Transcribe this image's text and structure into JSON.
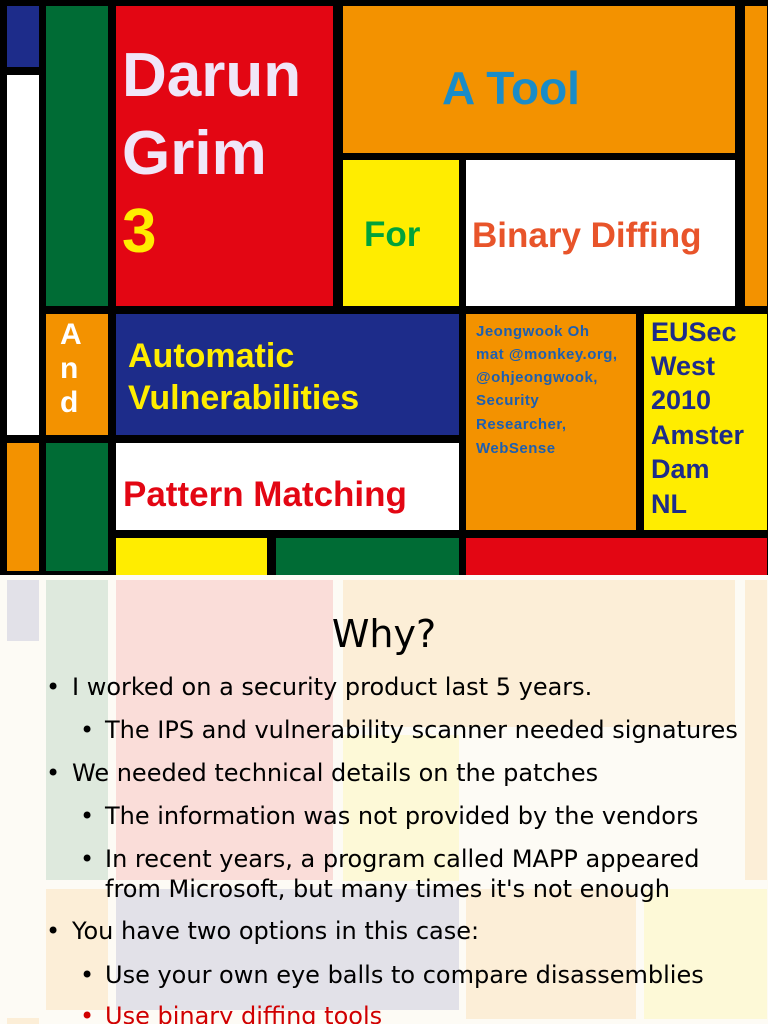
{
  "slide1": {
    "title_line1": "Darun",
    "title_line2": "Grim",
    "title_number": "3",
    "a_tool": "A Tool",
    "for": "For",
    "binary_diffing": "Binary Diffing",
    "and_letters": [
      "A",
      "n",
      "d"
    ],
    "automatic_line1": "Automatic",
    "automatic_line2": "Vulnerabilities",
    "pattern_matching": "Pattern Matching",
    "author_lines": [
      "Jeongwook Oh",
      "mat @monkey.org,",
      "@ohjeongwook,",
      "Security",
      "Researcher,",
      "WebSense"
    ],
    "event_lines": [
      "EUSec",
      "West",
      "2010",
      "Amster",
      "Dam",
      "NL"
    ],
    "colors": {
      "red": "#e30613",
      "orange": "#f39200",
      "yellow": "#ffed00",
      "green": "#006c35",
      "blue": "#1d2c8a",
      "lightblue": "#1a8cc8"
    }
  },
  "slide2": {
    "title": "Why?",
    "bullets": [
      {
        "level": 1,
        "text": "I worked on a security product last 5 years."
      },
      {
        "level": 2,
        "text": "The IPS and vulnerability scanner needed signatures"
      },
      {
        "level": 1,
        "text": "We needed technical details on the patches"
      },
      {
        "level": 2,
        "text": "The information was not provided by the vendors"
      },
      {
        "level": 2,
        "text": "In recent years, a program called MAPP appeared"
      },
      {
        "level": 2,
        "text": "from Microsoft, but many times it's not enough"
      },
      {
        "level": 1,
        "text": "You have two options in this case:"
      },
      {
        "level": 2,
        "text": "Use your own eye balls to compare disassemblies"
      },
      {
        "level": 2,
        "text": "Use binary diffing tools"
      }
    ]
  }
}
